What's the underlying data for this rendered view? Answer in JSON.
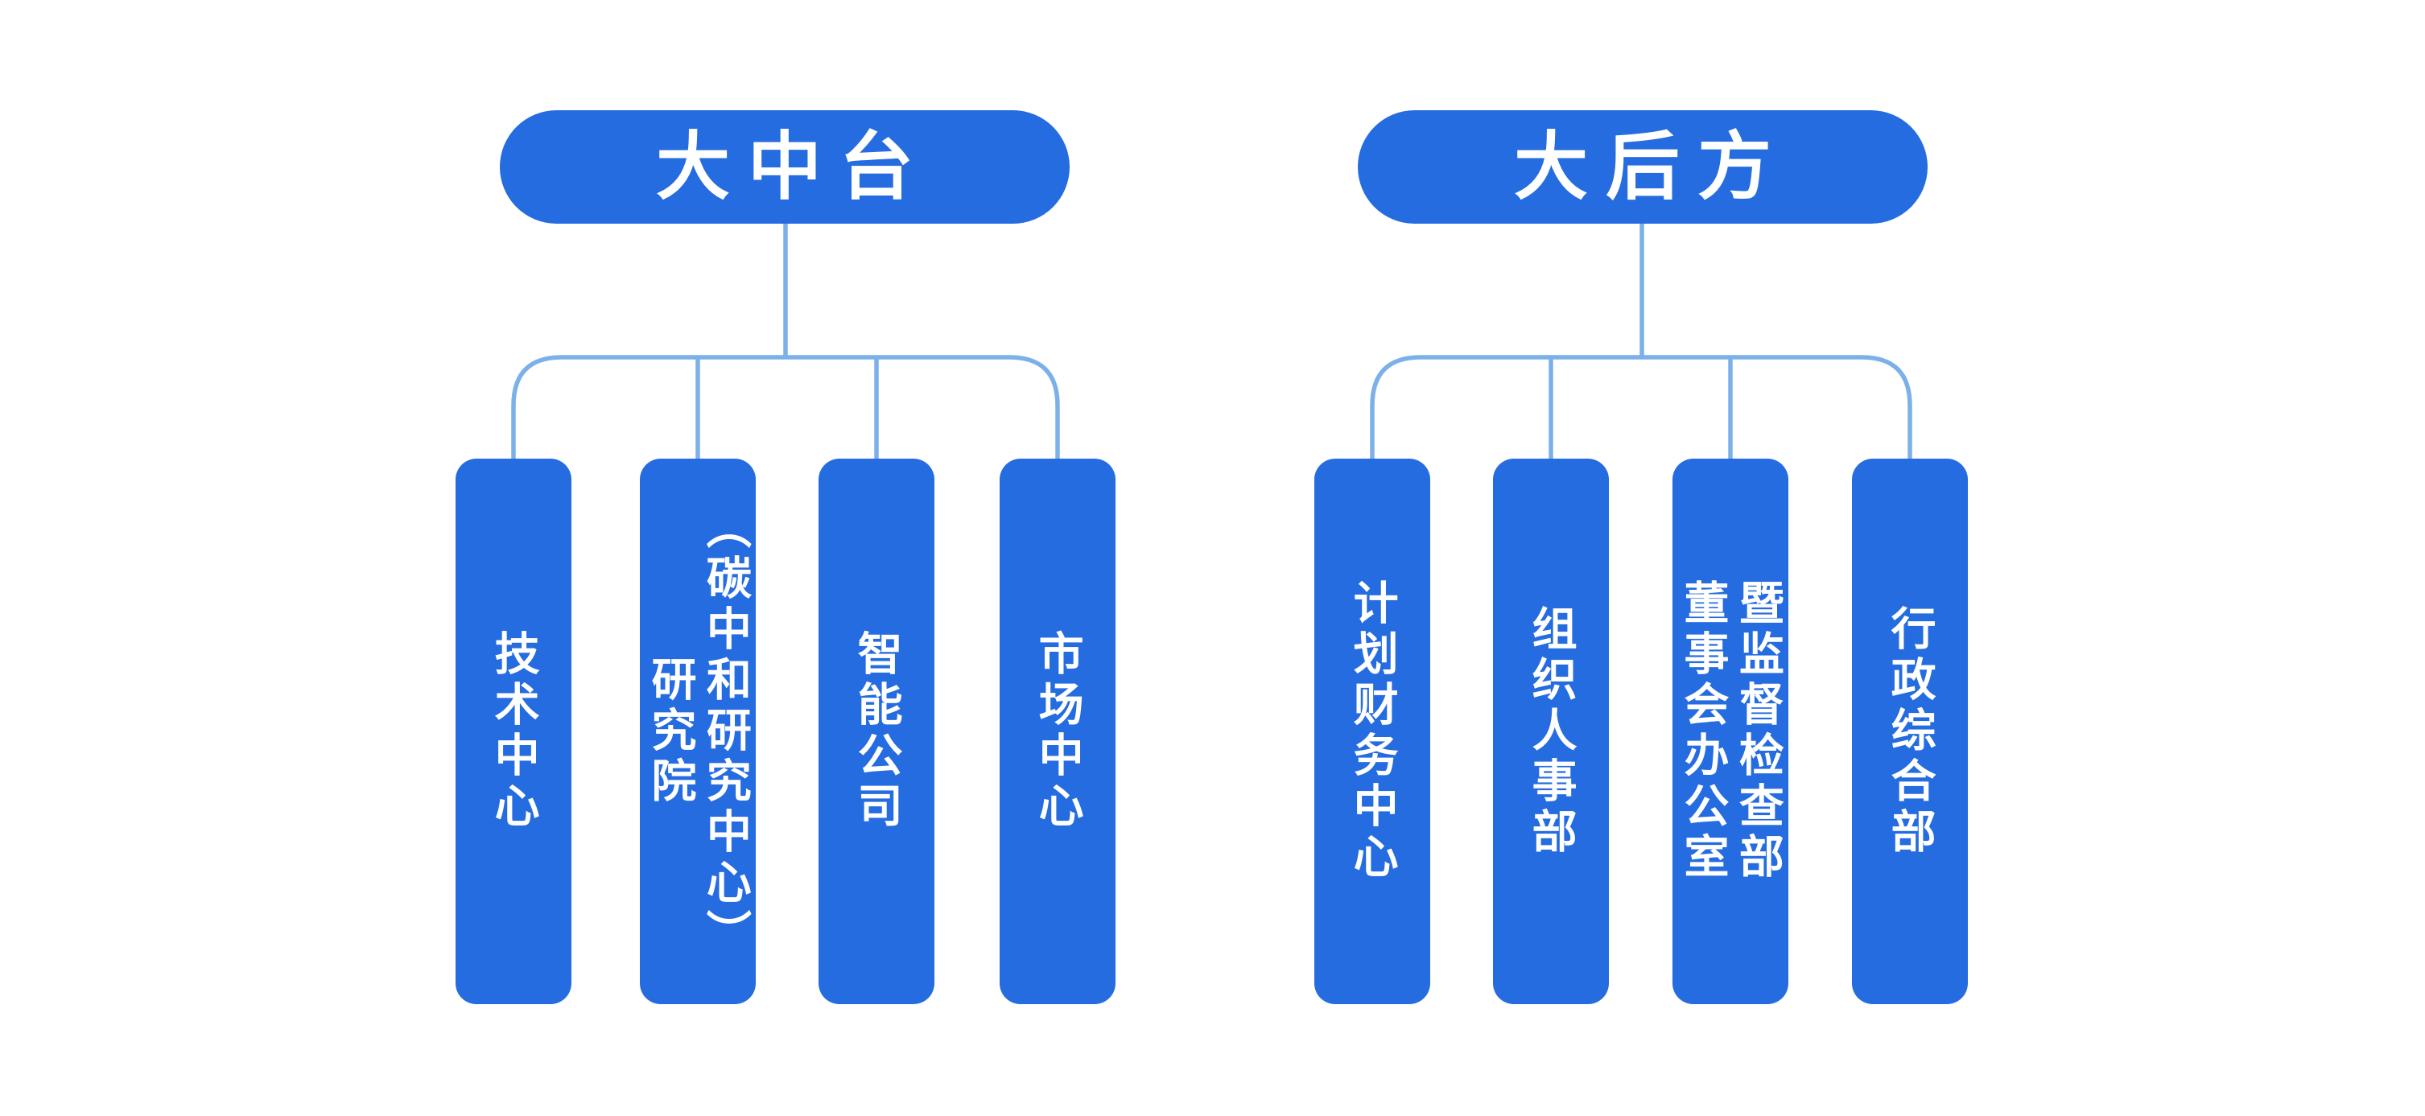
{
  "colors": {
    "node_blue": "#246cdf",
    "connector_blue": "#7cb0e9",
    "label_white": "#ffffff",
    "background": "#ffffff"
  },
  "org_chart": {
    "type": "organization-chart",
    "groups": [
      {
        "parent_label": "大中台",
        "children": [
          {
            "label": "技术中心",
            "text": "技术中心"
          },
          {
            "label": "研究院（碳中和研究中心）",
            "text": "研究院\n（碳中和研究中心）"
          },
          {
            "label": "智能公司",
            "text": "智能公司"
          },
          {
            "label": "市场中心",
            "text": "市场中心"
          }
        ]
      },
      {
        "parent_label": "大后方",
        "children": [
          {
            "label": "计划财务中心",
            "text": "计划财务中心"
          },
          {
            "label": "组织人事部",
            "text": "组织人事部"
          },
          {
            "label": "董事会办公室暨监督检查部",
            "text": "董事会办公室\n暨监督检查部"
          },
          {
            "label": "行政综合部",
            "text": "行政综合部"
          }
        ]
      }
    ]
  }
}
